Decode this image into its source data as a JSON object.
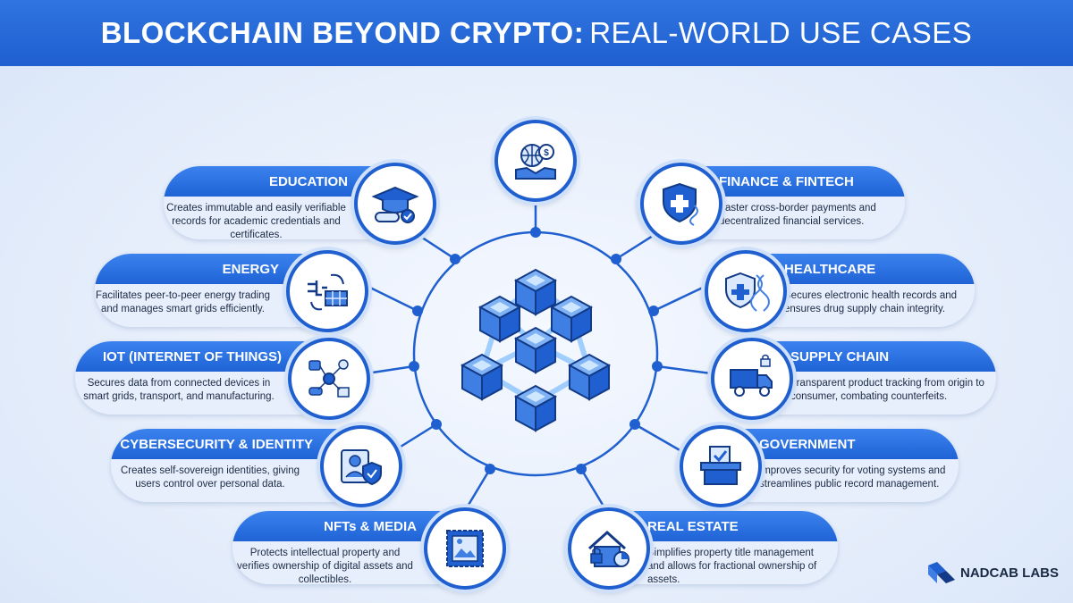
{
  "title": {
    "bold": "BLOCKCHAIN BEYOND CRYPTO:",
    "light": "REAL-WORLD USE CASES"
  },
  "logo": {
    "text": "NADCAB LABS"
  },
  "colors": {
    "primary": "#1f5fcf",
    "accent": "#3b82ee",
    "card_bg": "#e7effd"
  },
  "center": {
    "icon": "blockchain-cubes-icon",
    "top_icon": "finance-globe-handshake-icon"
  },
  "left_cards": [
    {
      "title": "EDUCATION",
      "text": "Creates immutable and easily verifiable records for academic credentials and certificates.",
      "icon": "graduation-cap-icon"
    },
    {
      "title": "ENERGY",
      "text": "Facilitates peer-to-peer energy trading and manages smart grids efficiently.",
      "icon": "solar-energy-icon"
    },
    {
      "title": "IOT (INTERNET OF THINGS)",
      "text": "Secures data from connected devices in smart grids, transport, and manufacturing.",
      "icon": "iot-devices-icon"
    },
    {
      "title": "CYBERSECURITY & IDENTITY",
      "text": "Creates self-sovereign identities, giving users control over personal data.",
      "icon": "identity-shield-icon"
    },
    {
      "title": "NFTs & MEDIA",
      "text": "Protects intellectual property and verifies ownership of digital assets and collectibles.",
      "icon": "nft-frame-icon"
    }
  ],
  "right_cards": [
    {
      "title": "FINANCE & FINTECH",
      "text": "Faster cross-border payments and decentralized financial services.",
      "icon": "medical-shield-icon"
    },
    {
      "title": "HEALTHCARE",
      "text": "Secures electronic health records and ensures drug supply chain integrity.",
      "icon": "health-dna-icon"
    },
    {
      "title": "SUPPLY CHAIN",
      "text": "Transparent product tracking from origin to consumer, combating counterfeits.",
      "icon": "delivery-truck-icon"
    },
    {
      "title": "GOVERNMENT",
      "text": "Improves security for voting systems and streamlines public record management.",
      "icon": "ballot-box-icon"
    },
    {
      "title": "REAL ESTATE",
      "text": "Simplifies property title management and allows for fractional ownership of assets.",
      "icon": "house-lock-icon"
    }
  ]
}
